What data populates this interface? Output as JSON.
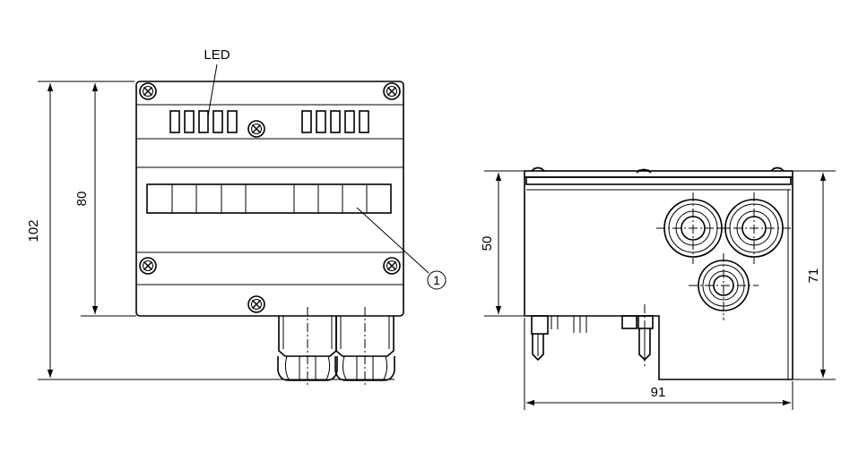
{
  "labels": {
    "led": "LED",
    "callout": "1"
  },
  "dimensions": {
    "front_height_total": "102",
    "front_height_body": "80",
    "side_height_body": "50",
    "side_height_total": "71",
    "side_width": "91"
  },
  "colors": {
    "line": "#000000",
    "background": "#ffffff"
  }
}
